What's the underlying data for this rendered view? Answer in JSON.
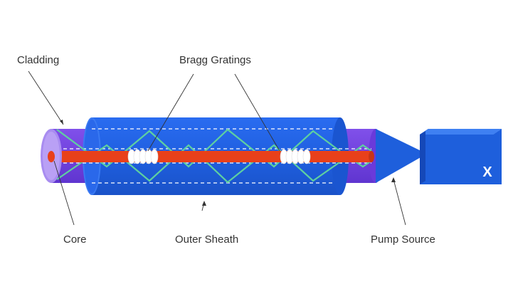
{
  "labels": {
    "cladding": "Cladding",
    "bragg_gratings": "Bragg Gratings",
    "core": "Core",
    "outer_sheath": "Outer Sheath",
    "pump_source": "Pump Source"
  },
  "pump_box_mark": "X",
  "colors": {
    "sheath_blue": "#1f5fe0",
    "cladding_purple": "#7040e0",
    "core_red": "#e8401a",
    "zigzag_green": "#5ed0a0",
    "pump_blue": "#1e5fdc",
    "leader_line": "#333333"
  }
}
